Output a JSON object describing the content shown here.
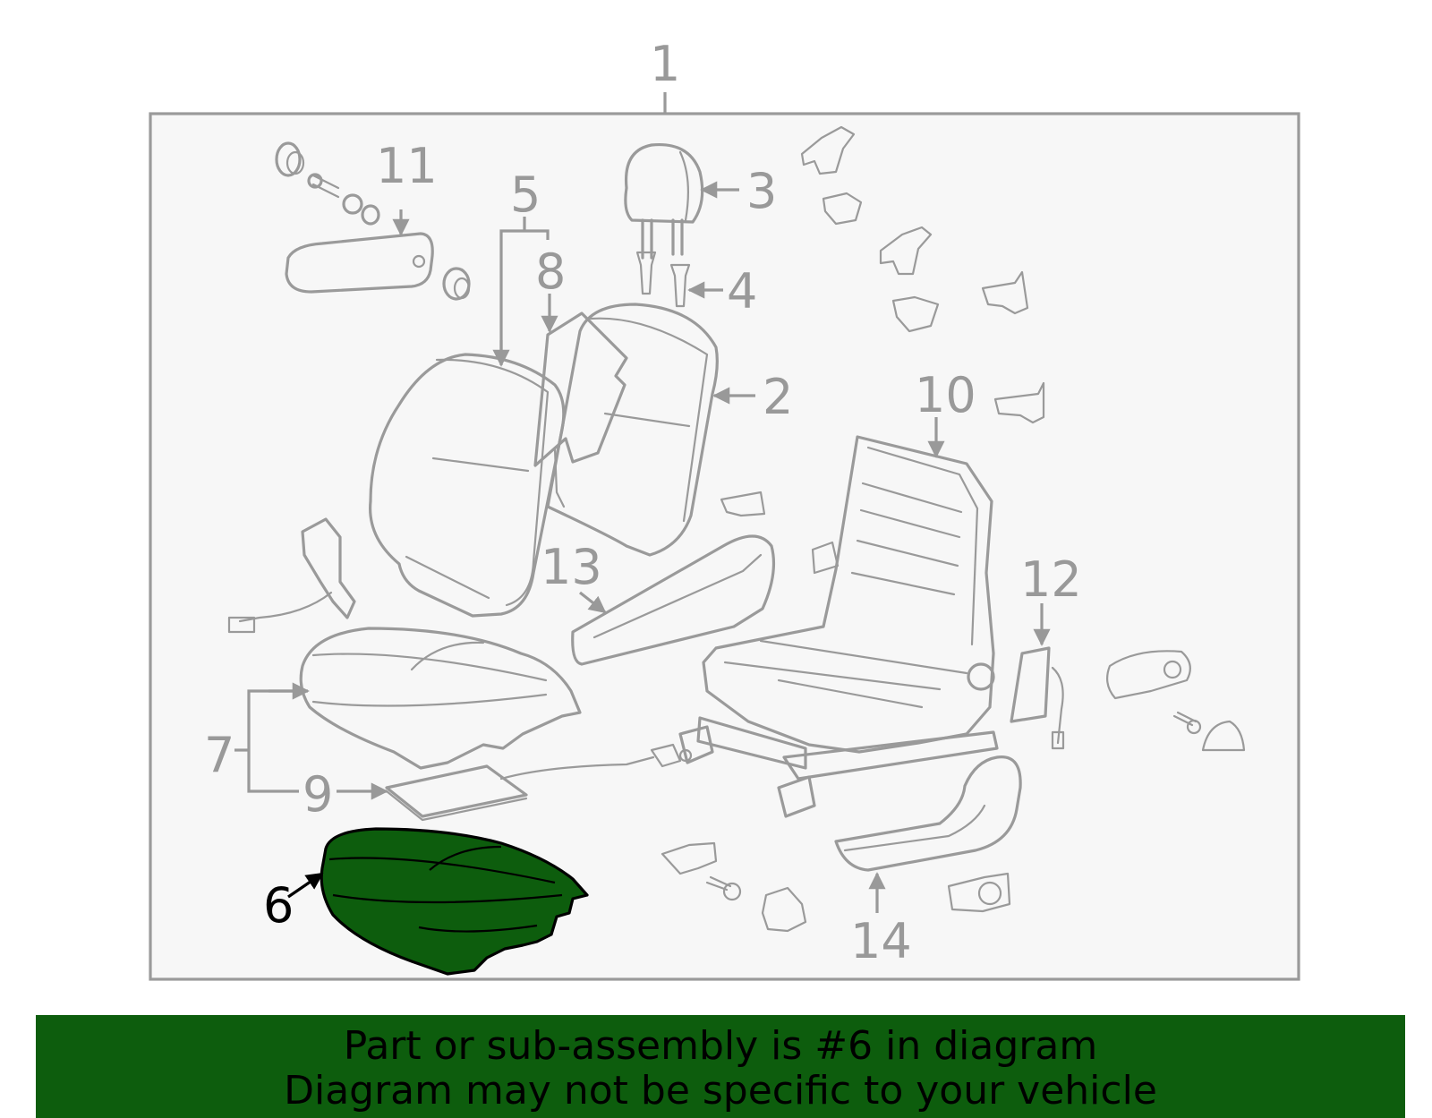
{
  "callouts": [
    "1",
    "2",
    "3",
    "4",
    "5",
    "6",
    "7",
    "8",
    "9",
    "10",
    "11",
    "12",
    "13",
    "14"
  ],
  "highlighted_part": "6",
  "colors": {
    "highlight_fill": "#0d5d0d",
    "banner_bg": "#0d5d0d",
    "line_gray": "#9a9a9a",
    "panel_bg": "#f7f7f7",
    "highlight_text": "#000000"
  },
  "banner": {
    "line1": "Part or sub-assembly is #6 in diagram",
    "line2": "Diagram may not be specific to your vehicle"
  }
}
